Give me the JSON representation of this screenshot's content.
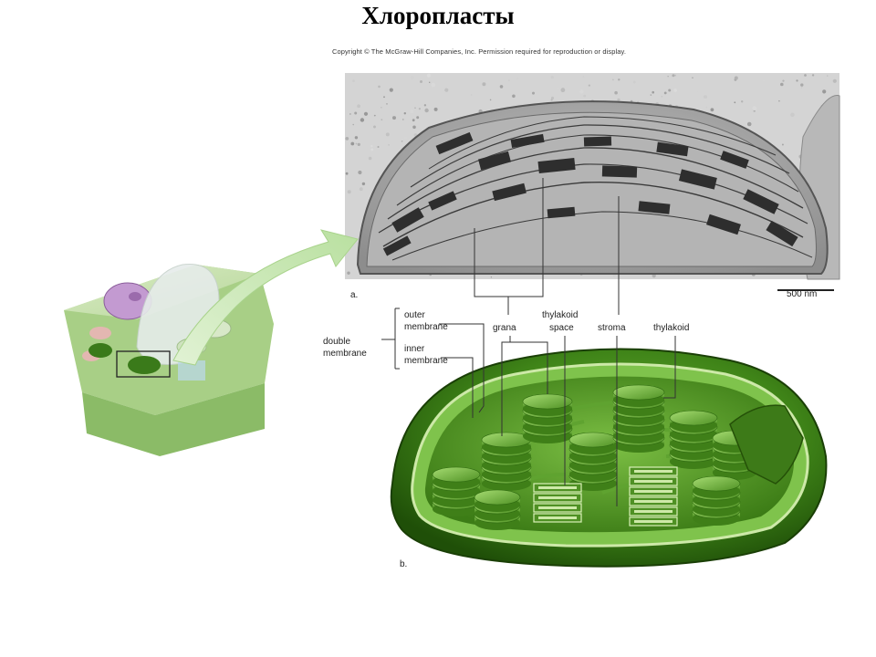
{
  "title": "Хлоропласты",
  "copyright": "Copyright © The McGraw-Hill Companies, Inc. Permission required for reproduction or display.",
  "panel_a": {
    "label": "a.",
    "scale_bar": "500 nm"
  },
  "panel_b": {
    "label": "b."
  },
  "labels": {
    "outer_membrane_1": "outer",
    "outer_membrane_2": "membrane",
    "inner_membrane_1": "inner",
    "inner_membrane_2": "membrane",
    "double_membrane_1": "double",
    "double_membrane_2": "membrane",
    "grana": "grana",
    "thylakoid_space_1": "thylakoid",
    "thylakoid_space_2": "space",
    "stroma": "stroma",
    "thylakoid": "thylakoid"
  },
  "colors": {
    "chloroplast_dark": "#2f6a10",
    "chloroplast_mid": "#4a8f1f",
    "chloroplast_light": "#8fc65a",
    "micrograph_bg": "#c9c9c9",
    "arrow": "#c6e5b2"
  }
}
